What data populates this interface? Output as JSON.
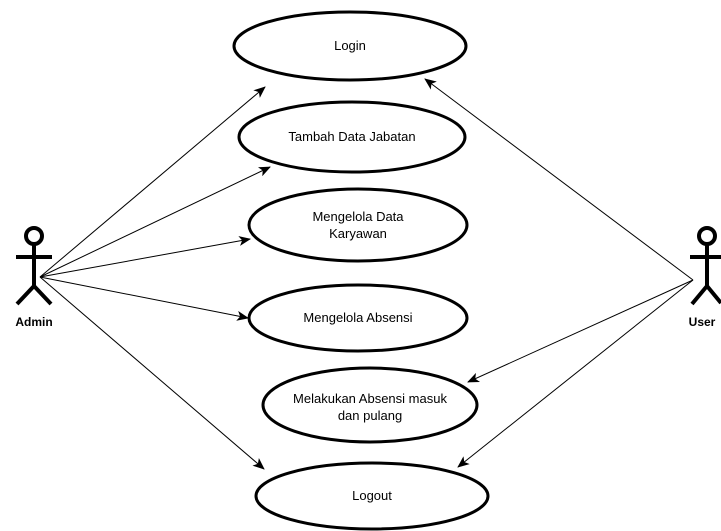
{
  "actors": {
    "admin": {
      "label": "Admin",
      "icon": "stick-figure-icon"
    },
    "user": {
      "label": "User",
      "icon": "stick-figure-icon"
    }
  },
  "use_cases": {
    "login": {
      "lines": [
        "Login"
      ]
    },
    "tambah_data_jabatan": {
      "lines": [
        "Tambah Data Jabatan"
      ]
    },
    "mengelola_data_karyawan": {
      "lines": [
        "Mengelola Data",
        "Karyawan"
      ]
    },
    "mengelola_absensi": {
      "lines": [
        "Mengelola Absensi"
      ]
    },
    "melakukan_absensi": {
      "lines": [
        "Melakukan Absensi masuk",
        "dan pulang"
      ]
    },
    "logout": {
      "lines": [
        "Logout"
      ]
    }
  },
  "associations": [
    {
      "from": "admin",
      "to": "login"
    },
    {
      "from": "admin",
      "to": "tambah_data_jabatan"
    },
    {
      "from": "admin",
      "to": "mengelola_data_karyawan"
    },
    {
      "from": "admin",
      "to": "mengelola_absensi"
    },
    {
      "from": "admin",
      "to": "logout"
    },
    {
      "from": "user",
      "to": "login"
    },
    {
      "from": "user",
      "to": "melakukan_absensi"
    },
    {
      "from": "user",
      "to": "logout"
    }
  ],
  "colors": {
    "stroke": "#000000",
    "fill": "#ffffff"
  }
}
